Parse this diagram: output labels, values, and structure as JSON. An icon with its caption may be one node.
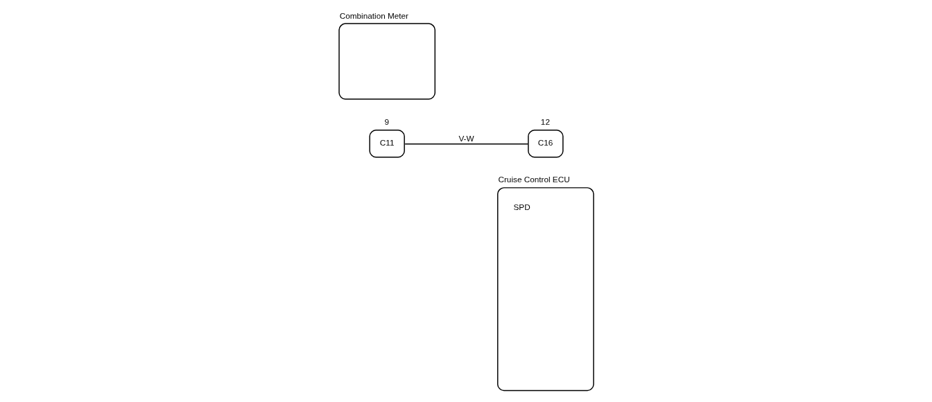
{
  "diagram": {
    "nodes": [
      {
        "text": [
          "Combination Meter"
        ]
      },
      {
        "text": [
          "C11"
        ],
        "beside": [
          "9"
        ]
      },
      {
        "text": [
          "C16"
        ],
        "beside": [
          "12"
        ]
      },
      {
        "text": [
          "Cruise Control ECU",
          "SPD"
        ]
      }
    ],
    "edges": [
      {
        "from": 1,
        "to": 2,
        "arrow": "none",
        "label": "V-W"
      }
    ]
  }
}
